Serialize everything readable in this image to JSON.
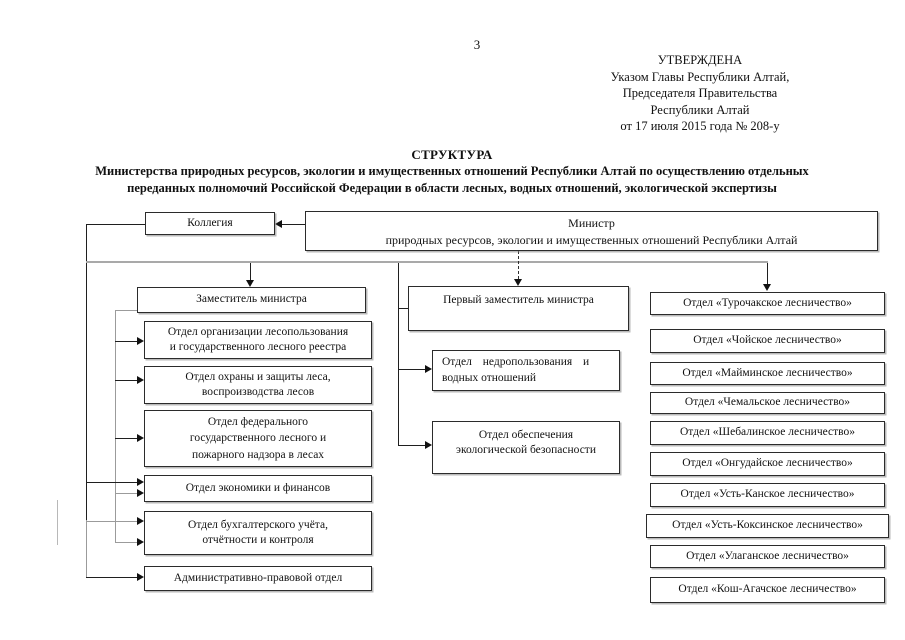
{
  "page_number": "3",
  "approval": {
    "lines": [
      "УТВЕРЖДЕНА",
      "Указом Главы Республики Алтай,",
      "Председателя Правительства",
      "Республики Алтай",
      "от 17 июля 2015 года № 208-у"
    ]
  },
  "title": {
    "heading": "СТРУКТУРА",
    "subtitle_line1": "Министерства природных ресурсов, экологии и имущественных отношений Республики Алтай по осуществлению отдельных",
    "subtitle_line2": "переданных полномочий Российской Федерации в области лесных, водных отношений, экологической экспертизы"
  },
  "org_chart": {
    "collegium": {
      "label": "Коллегия"
    },
    "minister": {
      "line1": "Министр",
      "line2": "природных ресурсов, экологии и имущественных отношений Республики Алтай"
    },
    "deputy_minister": {
      "label": "Заместитель министра"
    },
    "first_deputy_minister": {
      "label": "Первый заместитель министра"
    },
    "deputy_departments": [
      {
        "lines": [
          "Отдел организации лесопользования",
          "и государственного лесного реестра"
        ]
      },
      {
        "lines": [
          "Отдел охраны и защиты леса,",
          "воспроизводства лесов"
        ]
      },
      {
        "lines": [
          "Отдел федерального",
          "государственного лесного и",
          "пожарного надзора в лесах"
        ]
      },
      {
        "lines": [
          "Отдел экономики и финансов"
        ]
      },
      {
        "lines": [
          "Отдел бухгалтерского учёта,",
          "отчётности и контроля"
        ]
      },
      {
        "lines": [
          "Административно-правовой отдел"
        ]
      }
    ],
    "first_deputy_departments": [
      {
        "lines": [
          "Отдел недропользования и",
          "водных отношений"
        ]
      },
      {
        "lines": [
          "Отдел обеспечения",
          "экологической безопасности"
        ]
      }
    ],
    "forestry_departments": [
      "Отдел «Турочакское лесничество»",
      "Отдел «Чойское лесничество»",
      "Отдел «Майминское лесничество»",
      "Отдел «Чемальское лесничество»",
      "Отдел «Шебалинское лесничество»",
      "Отдел «Онгудайское лесничество»",
      "Отдел «Усть-Канское лесничество»",
      "Отдел «Усть-Коксинское лесничество»",
      "Отдел «Улаганское лесничество»",
      "Отдел «Кош-Агачское лесничество»"
    ]
  }
}
